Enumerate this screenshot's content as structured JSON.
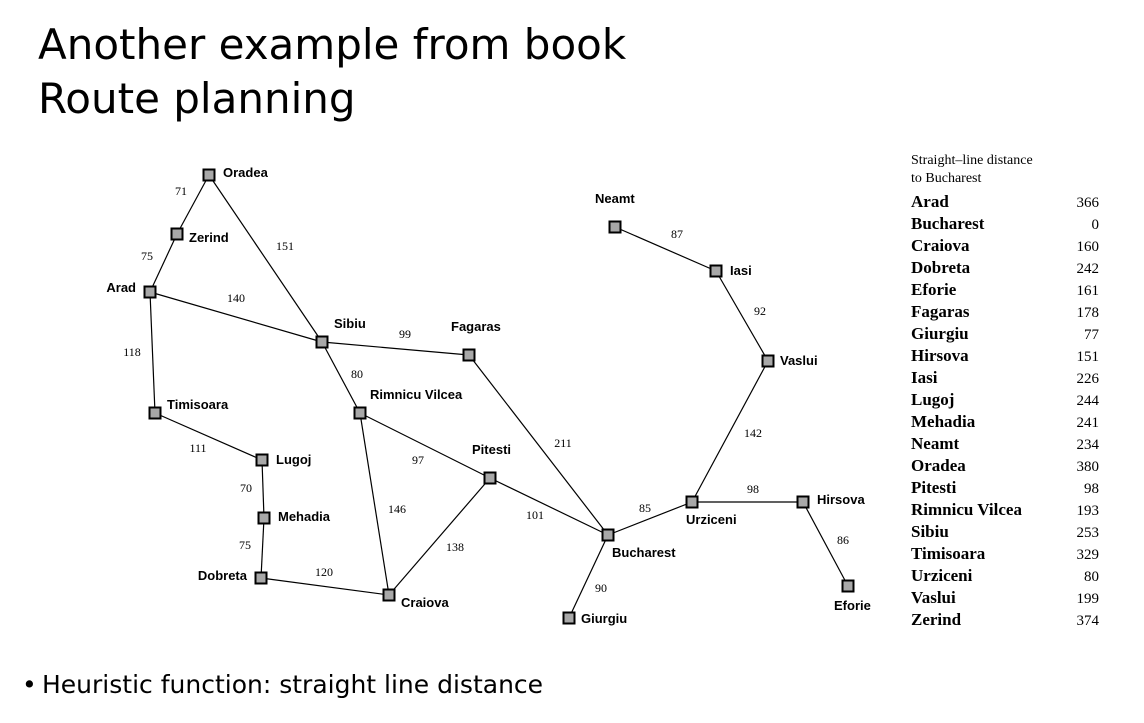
{
  "title": {
    "line1": "Another example from book",
    "line2": "Route planning"
  },
  "map": {
    "cities": [
      {
        "name": "Arad",
        "label": "Arad"
      },
      {
        "name": "Zerind",
        "label": "Zerind"
      },
      {
        "name": "Oradea",
        "label": "Oradea"
      },
      {
        "name": "Sibiu",
        "label": "Sibiu"
      },
      {
        "name": "Timisoara",
        "label": "Timisoara"
      },
      {
        "name": "Lugoj",
        "label": "Lugoj"
      },
      {
        "name": "Mehadia",
        "label": "Mehadia"
      },
      {
        "name": "Dobreta",
        "label": "Dobreta"
      },
      {
        "name": "Craiova",
        "label": "Craiova"
      },
      {
        "name": "Rimnicu Vilcea",
        "label": "Rimnicu Vilcea"
      },
      {
        "name": "Pitesti",
        "label": "Pitesti"
      },
      {
        "name": "Fagaras",
        "label": "Fagaras"
      },
      {
        "name": "Bucharest",
        "label": "Bucharest"
      },
      {
        "name": "Giurgiu",
        "label": "Giurgiu"
      },
      {
        "name": "Urziceni",
        "label": "Urziceni"
      },
      {
        "name": "Hirsova",
        "label": "Hirsova"
      },
      {
        "name": "Eforie",
        "label": "Eforie"
      },
      {
        "name": "Vaslui",
        "label": "Vaslui"
      },
      {
        "name": "Iasi",
        "label": "Iasi"
      },
      {
        "name": "Neamt",
        "label": "Neamt"
      }
    ],
    "roads": [
      {
        "from": "Oradea",
        "to": "Zerind",
        "distance": "71"
      },
      {
        "from": "Zerind",
        "to": "Arad",
        "distance": "75"
      },
      {
        "from": "Oradea",
        "to": "Sibiu",
        "distance": "151"
      },
      {
        "from": "Arad",
        "to": "Sibiu",
        "distance": "140"
      },
      {
        "from": "Arad",
        "to": "Timisoara",
        "distance": "118"
      },
      {
        "from": "Timisoara",
        "to": "Lugoj",
        "distance": "111"
      },
      {
        "from": "Lugoj",
        "to": "Mehadia",
        "distance": "70"
      },
      {
        "from": "Mehadia",
        "to": "Dobreta",
        "distance": "75"
      },
      {
        "from": "Dobreta",
        "to": "Craiova",
        "distance": "120"
      },
      {
        "from": "Sibiu",
        "to": "Fagaras",
        "distance": "99"
      },
      {
        "from": "Sibiu",
        "to": "Rimnicu Vilcea",
        "distance": "80"
      },
      {
        "from": "Rimnicu Vilcea",
        "to": "Pitesti",
        "distance": "97"
      },
      {
        "from": "Rimnicu Vilcea",
        "to": "Craiova",
        "distance": "146"
      },
      {
        "from": "Craiova",
        "to": "Pitesti",
        "distance": "138"
      },
      {
        "from": "Fagaras",
        "to": "Bucharest",
        "distance": "211"
      },
      {
        "from": "Pitesti",
        "to": "Bucharest",
        "distance": "101"
      },
      {
        "from": "Bucharest",
        "to": "Giurgiu",
        "distance": "90"
      },
      {
        "from": "Bucharest",
        "to": "Urziceni",
        "distance": "85"
      },
      {
        "from": "Urziceni",
        "to": "Hirsova",
        "distance": "98"
      },
      {
        "from": "Hirsova",
        "to": "Eforie",
        "distance": "86"
      },
      {
        "from": "Urziceni",
        "to": "Vaslui",
        "distance": "142"
      },
      {
        "from": "Vaslui",
        "to": "Iasi",
        "distance": "92"
      },
      {
        "from": "Iasi",
        "to": "Neamt",
        "distance": "87"
      }
    ]
  },
  "sld": {
    "caption_line1": "Straight–line distance",
    "caption_line2": "to Bucharest",
    "rows": [
      {
        "city": "Arad",
        "value": "366"
      },
      {
        "city": "Bucharest",
        "value": "0"
      },
      {
        "city": "Craiova",
        "value": "160"
      },
      {
        "city": "Dobreta",
        "value": "242"
      },
      {
        "city": "Eforie",
        "value": "161"
      },
      {
        "city": "Fagaras",
        "value": "178"
      },
      {
        "city": "Giurgiu",
        "value": "77"
      },
      {
        "city": "Hirsova",
        "value": "151"
      },
      {
        "city": "Iasi",
        "value": "226"
      },
      {
        "city": "Lugoj",
        "value": "244"
      },
      {
        "city": "Mehadia",
        "value": "241"
      },
      {
        "city": "Neamt",
        "value": "234"
      },
      {
        "city": "Oradea",
        "value": "380"
      },
      {
        "city": "Pitesti",
        "value": "98"
      },
      {
        "city": "Rimnicu Vilcea",
        "value": "193"
      },
      {
        "city": "Sibiu",
        "value": "253"
      },
      {
        "city": "Timisoara",
        "value": "329"
      },
      {
        "city": "Urziceni",
        "value": "80"
      },
      {
        "city": "Vaslui",
        "value": "199"
      },
      {
        "city": "Zerind",
        "value": "374"
      }
    ]
  },
  "bullet": {
    "symbol": "•",
    "text": "Heuristic function: straight line distance"
  }
}
